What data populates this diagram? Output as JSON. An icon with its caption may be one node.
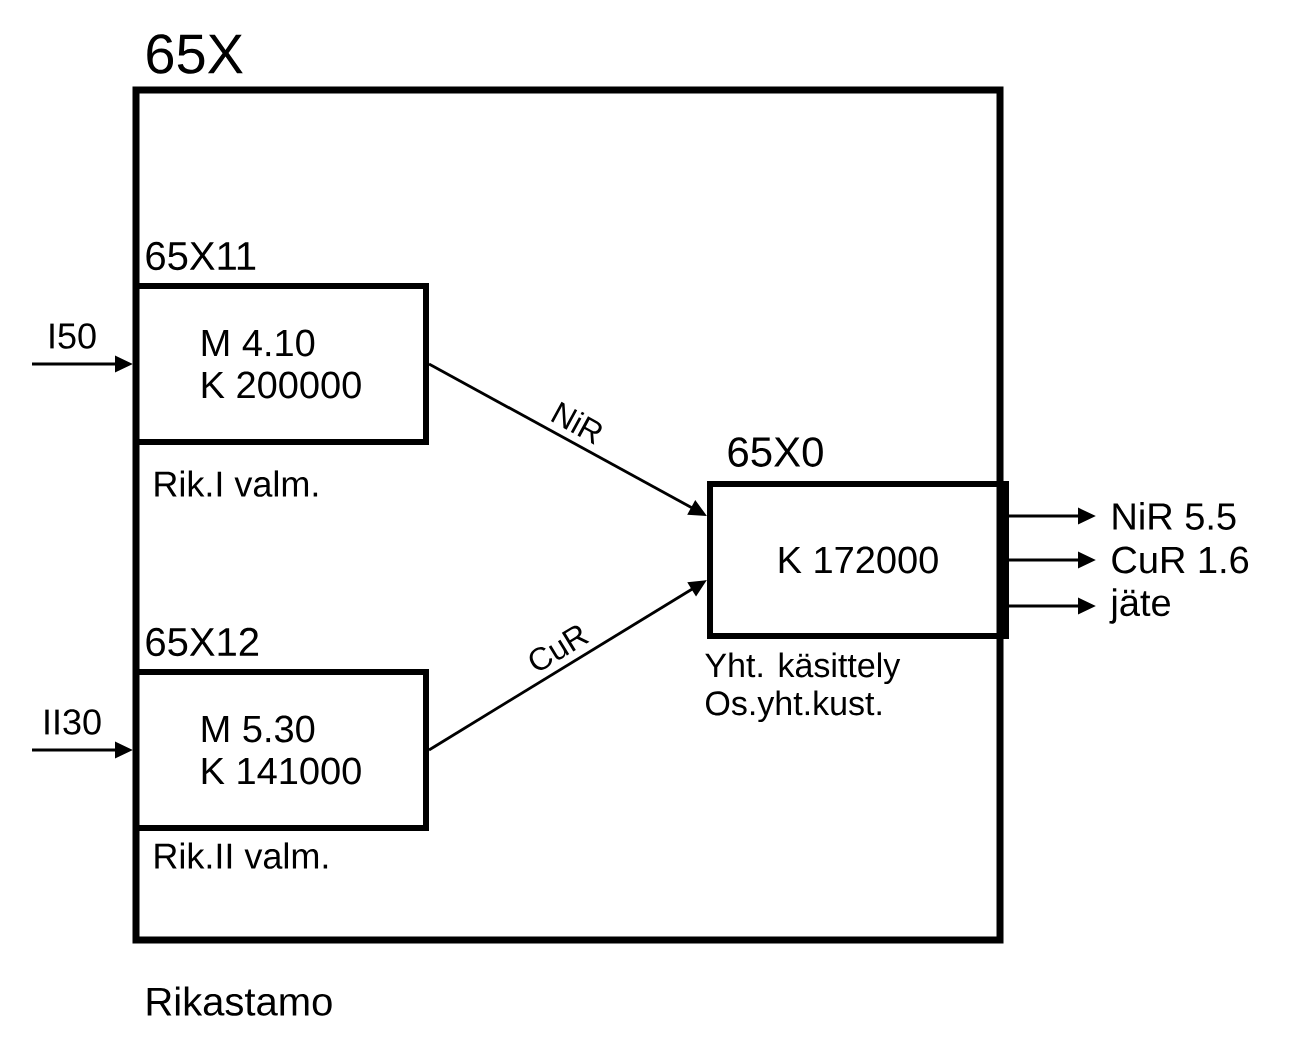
{
  "diagram": {
    "nodes": [
      {
        "text": [
          "65X"
        ],
        "beside": [
          "Rikastamo"
        ]
      },
      {
        "text": [
          "65X11",
          "M 4.10",
          "K 200000"
        ],
        "beside": [
          "Rik.I valm."
        ],
        "in": 0
      },
      {
        "text": [
          "65X12",
          "M 5.30",
          "K 141000"
        ],
        "beside": [
          "Rik.II valm."
        ],
        "in": 0
      },
      {
        "text": [
          "65X0",
          "K 172000"
        ],
        "beside": [
          "Yht. käsittely",
          "Os.yht.kust."
        ],
        "in": 0
      }
    ],
    "edges": [
      {
        "from": null,
        "to": 1,
        "arrow": "to",
        "label": "I50"
      },
      {
        "from": null,
        "to": 2,
        "arrow": "to",
        "label": "II30"
      },
      {
        "from": 1,
        "to": 3,
        "arrow": "to",
        "label": "NiR"
      },
      {
        "from": 2,
        "to": 3,
        "arrow": "to",
        "label": "CuR"
      },
      {
        "from": 3,
        "to": null,
        "arrow": "to",
        "label": "NiR 5.5"
      },
      {
        "from": 3,
        "to": null,
        "arrow": "to",
        "label": "CuR 1.6"
      },
      {
        "from": 3,
        "to": null,
        "arrow": "to",
        "label": "jäte"
      }
    ]
  }
}
